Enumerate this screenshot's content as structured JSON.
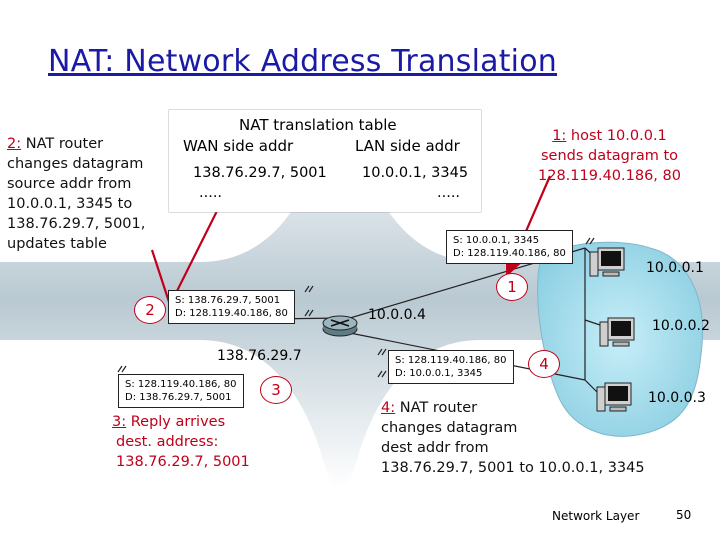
{
  "title": "NAT: Network Address Translation",
  "table": {
    "caption": "NAT translation table",
    "wan_header": "WAN side addr",
    "lan_header": "LAN side addr",
    "wan_value": "138.76.29.7, 5001",
    "lan_value": "10.0.0.1, 3345",
    "wan_more": ".....",
    "lan_more": "....."
  },
  "step1": {
    "number": "1:",
    "text_lines": [
      "host 10.0.0.1",
      "sends datagram to",
      "128.119.40.186, 80"
    ]
  },
  "step2": {
    "number": "2:",
    "text_lines": [
      "NAT router",
      "changes datagram",
      "source addr from",
      "10.0.0.1, 3345 to",
      "138.76.29.7, 5001,",
      "updates table"
    ]
  },
  "step3": {
    "number": "3:",
    "text_lines": [
      "Reply arrives",
      "dest. address:",
      "138.76.29.7, 5001"
    ]
  },
  "step4": {
    "number": "4:",
    "text_lines": [
      "NAT router",
      "changes datagram",
      "dest addr from",
      "138.76.29.7, 5001 to 10.0.0.1, 3345"
    ]
  },
  "packets": {
    "p1": {
      "src": "S: 10.0.0.1, 3345",
      "dst": "D: 128.119.40.186, 80"
    },
    "p2": {
      "src": "S: 138.76.29.7, 5001",
      "dst": "D: 128.119.40.186, 80"
    },
    "p3": {
      "src": "S: 128.119.40.186, 80",
      "dst": "D: 138.76.29.7, 5001"
    },
    "p4": {
      "src": "S: 128.119.40.186, 80",
      "dst": "D: 10.0.0.1, 3345"
    }
  },
  "markers": {
    "m1": "1",
    "m2": "2",
    "m3": "3",
    "m4": "4"
  },
  "addresses": {
    "router_wan": "138.76.29.7",
    "router_lan": "10.0.0.4",
    "host1": "10.0.0.1",
    "host2": "10.0.0.2",
    "host3": "10.0.0.3"
  },
  "footer": {
    "label": "Network Layer",
    "page": "50"
  },
  "colors": {
    "title": "#1a1aa6",
    "accent": "#c0001a",
    "lan_blob": "#9fd7e8",
    "cloud_shade": "#b9c9d2"
  }
}
